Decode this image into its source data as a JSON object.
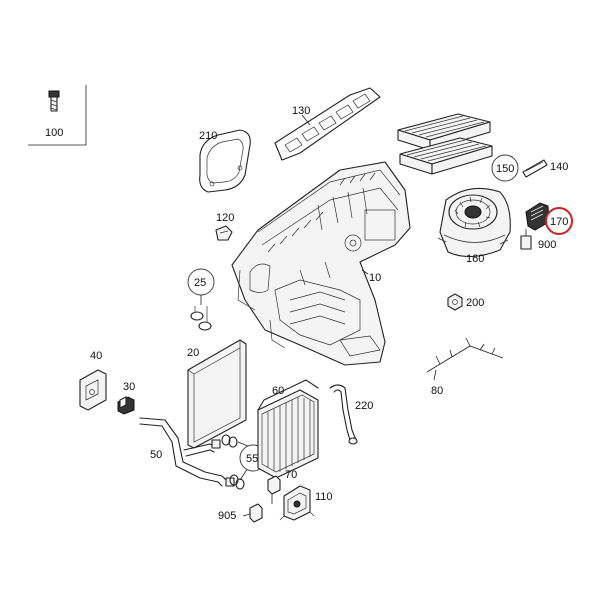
{
  "callouts": {
    "c100": "100",
    "c130": "130",
    "c210": "210",
    "c150": "150",
    "c140": "140",
    "c170": "170",
    "c900": "900",
    "c120": "120",
    "c160": "160",
    "c10": "10",
    "c25": "25",
    "c200": "200",
    "c20": "20",
    "c40": "40",
    "c30": "30",
    "c80": "80",
    "c60": "60",
    "c220": "220",
    "c50": "50",
    "c55": "55",
    "c70": "70",
    "c110": "110",
    "c905": "905"
  },
  "colors": {
    "highlight": "#cc2222",
    "line": "#222222",
    "background": "#ffffff"
  }
}
